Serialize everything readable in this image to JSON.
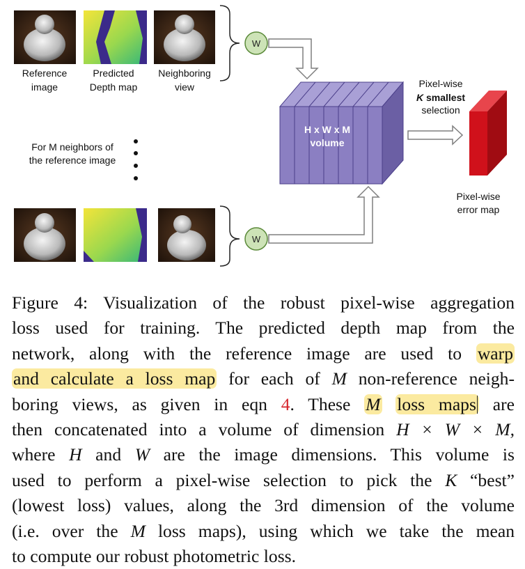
{
  "figure": {
    "labels": {
      "reference_line1": "Reference",
      "reference_line2": "image",
      "depth_line1": "Predicted",
      "depth_line2": "Depth map",
      "neighbor_line1": "Neighboring",
      "neighbor_line2": "view",
      "m_neighbors_line1": "For M neighbors of",
      "m_neighbors_line2": "the reference image",
      "warp_top": "W",
      "warp_bottom": "W",
      "volume_line1": "H x W x M",
      "volume_line2": "volume",
      "selection_line1": "Pixel-wise",
      "selection_k": "K",
      "selection_line2_rest": " smallest",
      "selection_line3": "selection",
      "error_line1": "Pixel-wise",
      "error_line2": "error map"
    },
    "colors": {
      "volume_front": "#8b7fc2",
      "volume_top": "#a9a0d6",
      "volume_side": "#6b5fa4",
      "error_map": "#d0111b",
      "warp_circle": "#cde3b7",
      "highlight": "#fbeaa0"
    },
    "images": [
      "buddha-statue-photo",
      "depth-map-heatmap",
      "buddha-statue-photo",
      "buddha-statue-photo",
      "depth-map-heatmap",
      "buddha-statue-photo"
    ]
  },
  "caption": {
    "prefix": "Figure 4:",
    "l1": " Visualization of the robust pixel-wise aggregation",
    "l2": "loss used for training.  The predicted depth map from the",
    "l3a": "network, along with the reference image are used to ",
    "l3hl": "warp",
    "l4hl": "and calculate a loss map",
    "l4a": " for each of ",
    "l4m": "M",
    "l4b": " non-reference neigh-",
    "l5a": "boring views, as given in eqn ",
    "l5ref": "4",
    "l5b": ".  These ",
    "l5m": "M",
    "l5hl": "loss maps",
    "l5c": " are",
    "l6a": "then concatenated into a volume of dimension ",
    "l6math": "H × W × M,",
    "l7a": "where ",
    "l7h": "H",
    "l7b": " and ",
    "l7w": "W",
    "l7c": " are the image dimensions. This volume is",
    "l8a": "used to perform a pixel-wise selection to pick the ",
    "l8k": "K",
    "l8b": " “best”",
    "l9": "(lowest loss) values, along the 3rd dimension of the volume",
    "l10a": "(i.e. over the ",
    "l10m": "M",
    "l10b": " loss maps), using which we take the mean",
    "l11": "to compute our robust photometric loss."
  }
}
